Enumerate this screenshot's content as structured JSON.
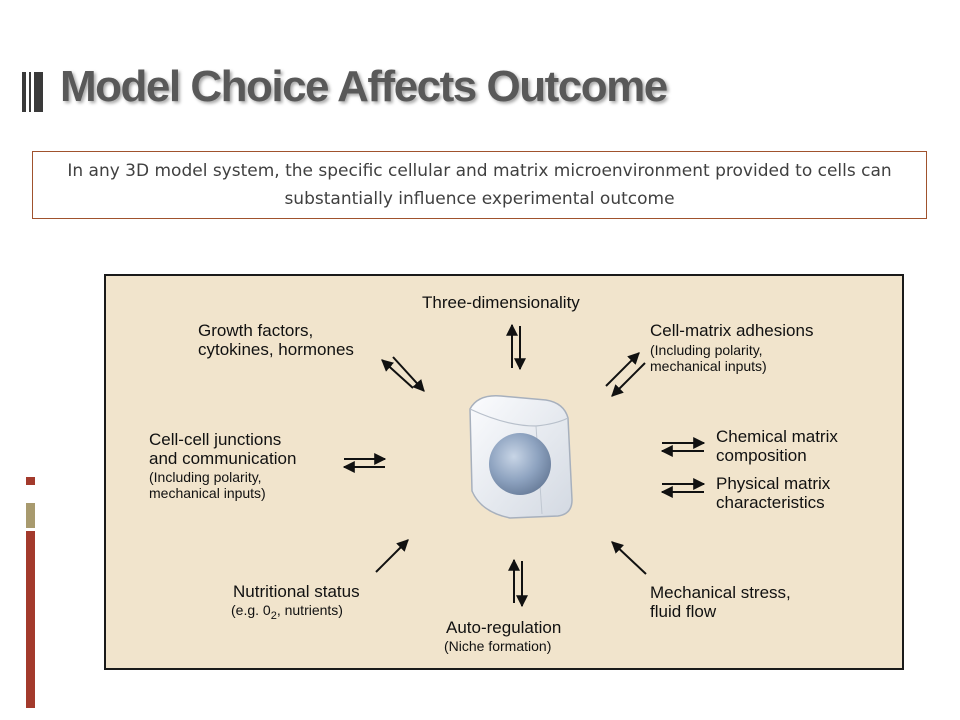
{
  "slide": {
    "title": "Model Choice Affects Outcome",
    "subtitle": "In any 3D model system, the specific cellular and matrix microenvironment provided to cells can substantially influence experimental outcome"
  },
  "diagram": {
    "three_dimensionality": "Three-dimensionality",
    "growth_factors": [
      "Growth factors,",
      "cytokines, hormones"
    ],
    "cell_matrix": {
      "main": "Cell-matrix adhesions",
      "note": [
        "(Including polarity,",
        "mechanical inputs)"
      ]
    },
    "cell_cell": {
      "main": [
        "Cell-cell junctions",
        "and communication"
      ],
      "note": [
        "(Including polarity,",
        "mechanical inputs)"
      ]
    },
    "chemical_matrix": [
      "Chemical matrix",
      "composition"
    ],
    "physical_matrix": [
      "Physical matrix",
      "characteristics"
    ],
    "nutritional": {
      "main": "Nutritional status",
      "note_pre": "(e.g. 0",
      "note_sub": "2",
      "note_post": ", nutrients)"
    },
    "auto_regulation": {
      "main": "Auto-regulation",
      "note": "(Niche formation)"
    },
    "mechanical_stress": [
      "Mechanical stress,",
      "fluid flow"
    ]
  },
  "colors": {
    "title": "#595959",
    "subtitle_border": "#a0522d",
    "diagram_bg": "#f1e4cc",
    "accent_red": "#a33a2c",
    "accent_tan": "#a89a6e",
    "cell_nucleus": "#8ea3c0"
  },
  "icons": [
    "title-bars-icon",
    "cell-icon",
    "double-arrow-icon",
    "single-arrow-icon"
  ]
}
